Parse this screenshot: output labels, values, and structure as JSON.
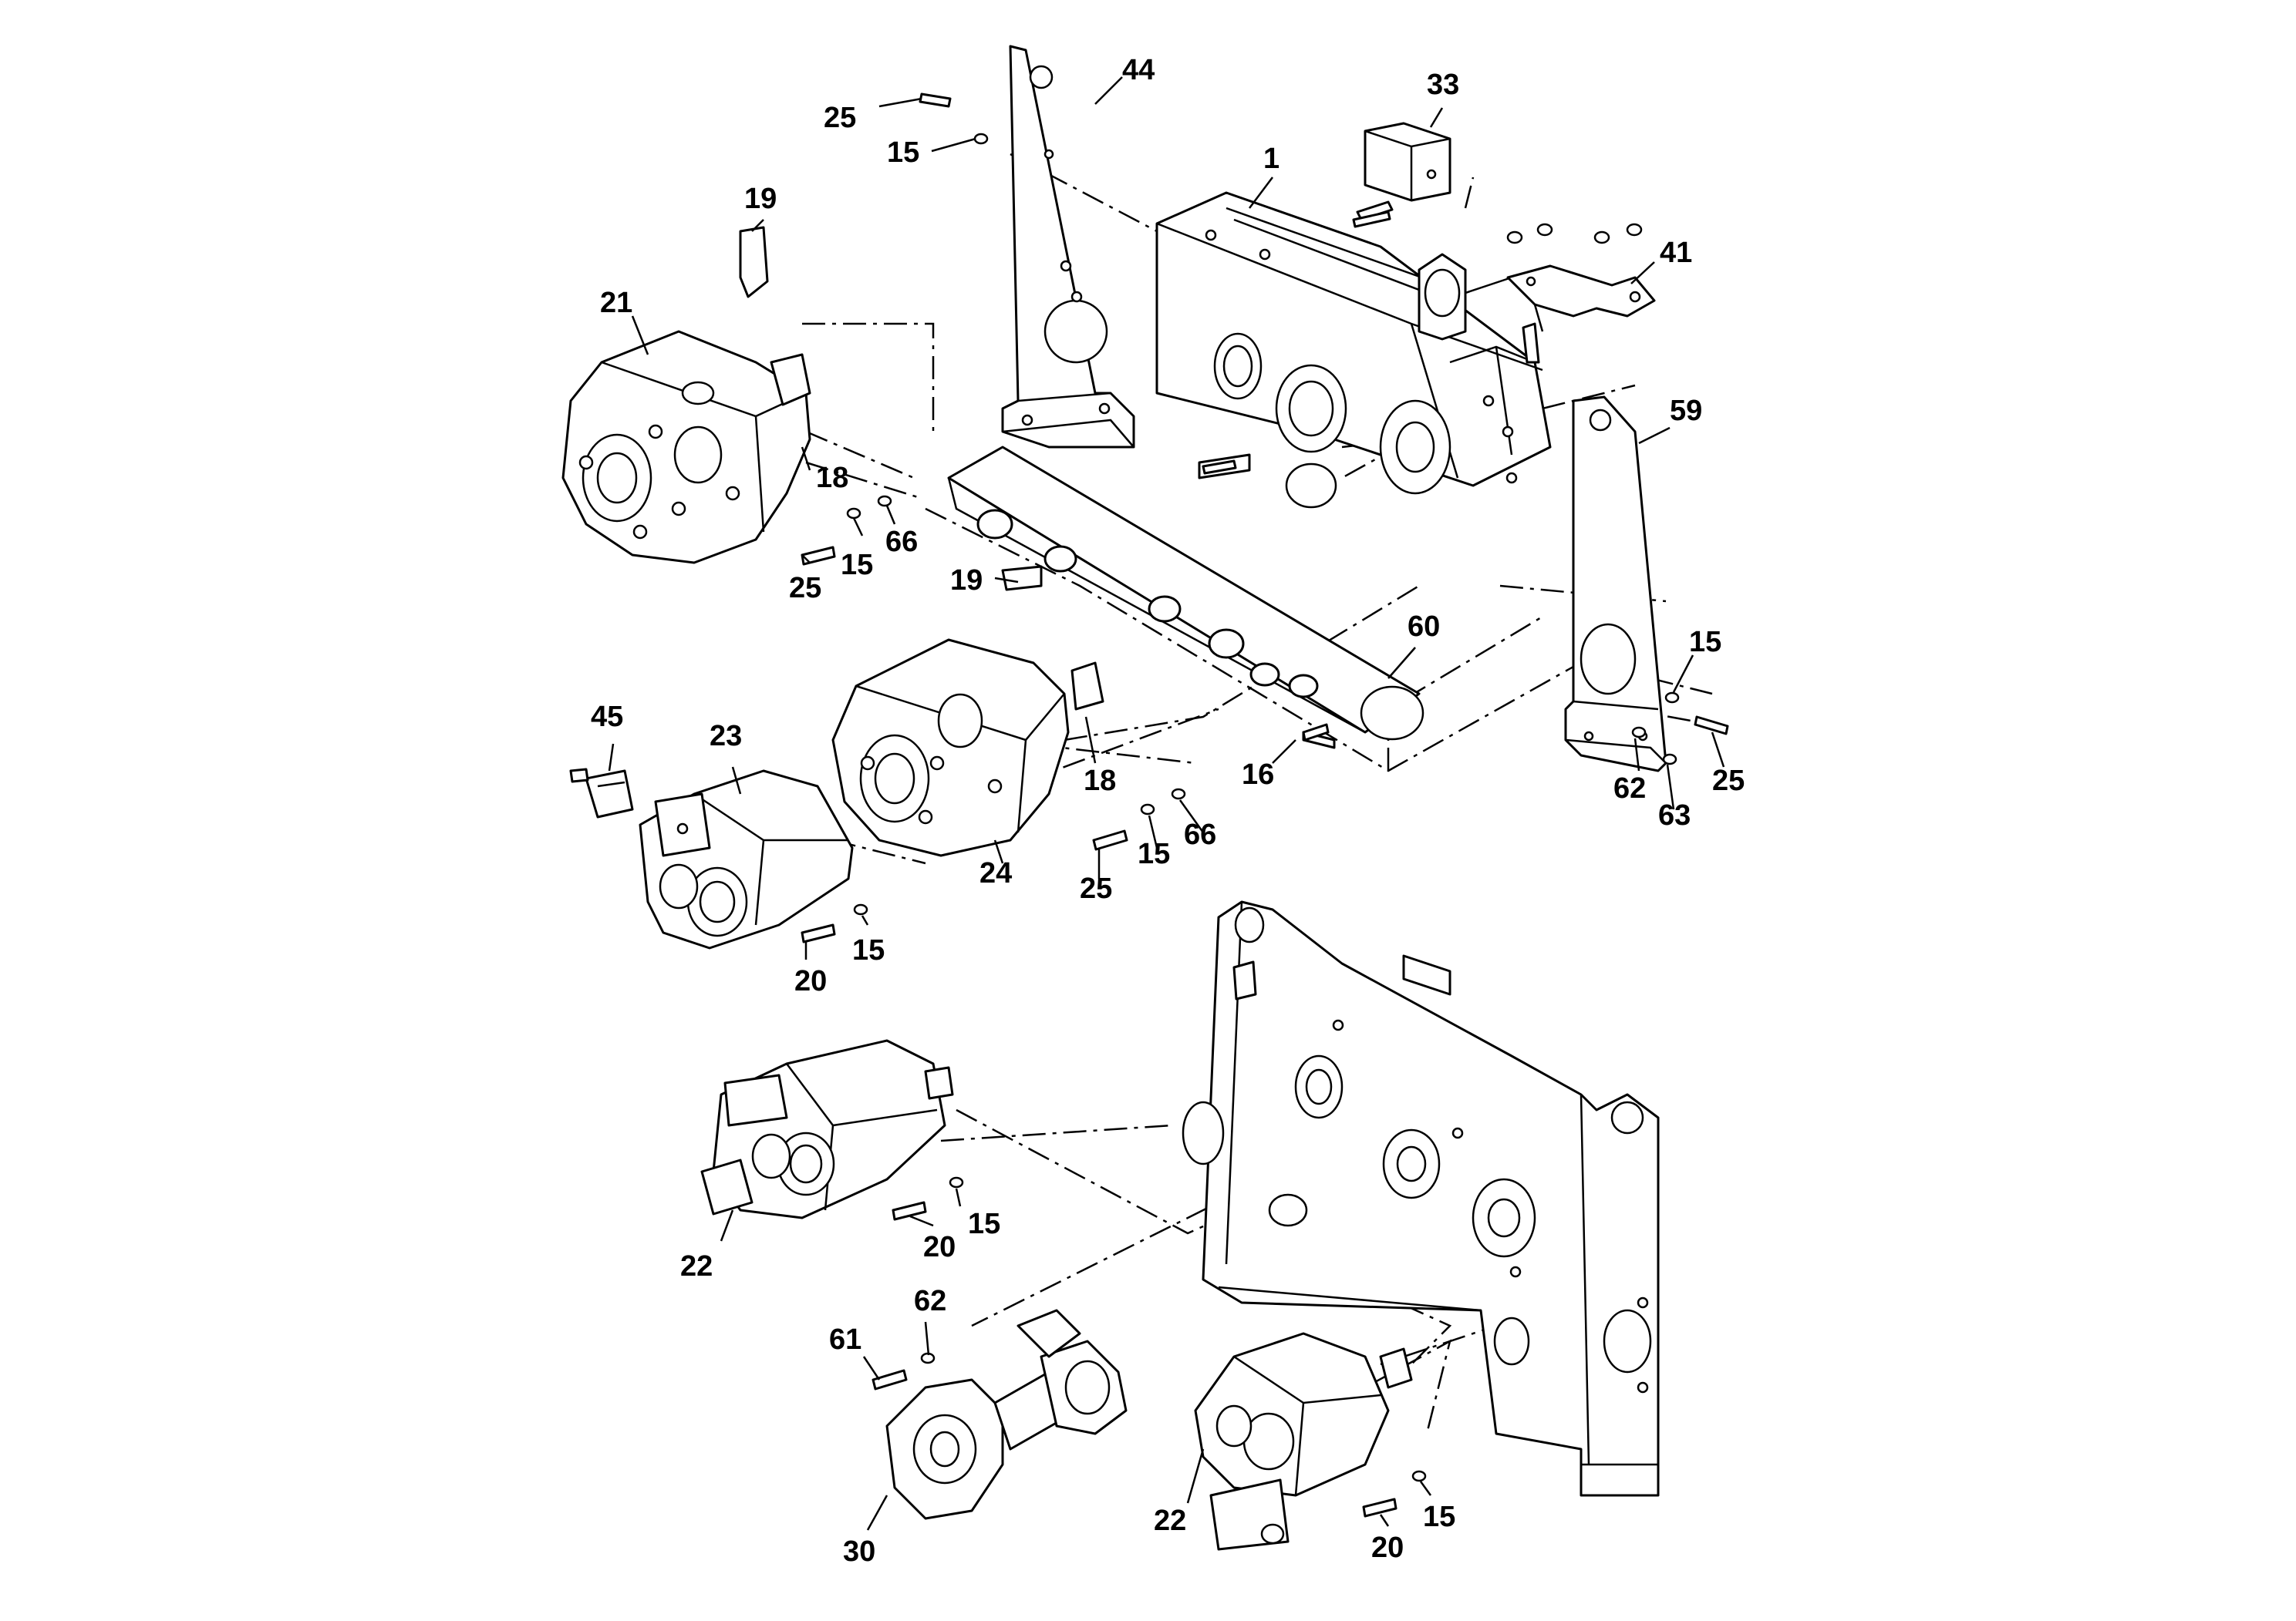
{
  "callouts": [
    {
      "label": "44"
    },
    {
      "label": "25"
    },
    {
      "label": "15"
    },
    {
      "label": "33"
    },
    {
      "label": "1"
    },
    {
      "label": "41"
    },
    {
      "label": "19"
    },
    {
      "label": "21"
    },
    {
      "label": "59"
    },
    {
      "label": "18"
    },
    {
      "label": "15"
    },
    {
      "label": "66"
    },
    {
      "label": "25"
    },
    {
      "label": "19"
    },
    {
      "label": "60"
    },
    {
      "label": "15"
    },
    {
      "label": "45"
    },
    {
      "label": "23"
    },
    {
      "label": "16"
    },
    {
      "label": "18"
    },
    {
      "label": "62"
    },
    {
      "label": "25"
    },
    {
      "label": "63"
    },
    {
      "label": "66"
    },
    {
      "label": "15"
    },
    {
      "label": "24"
    },
    {
      "label": "25"
    },
    {
      "label": "15"
    },
    {
      "label": "20"
    },
    {
      "label": "15"
    },
    {
      "label": "20"
    },
    {
      "label": "22"
    },
    {
      "label": "62"
    },
    {
      "label": "61"
    },
    {
      "label": "15"
    },
    {
      "label": "20"
    },
    {
      "label": "22"
    },
    {
      "label": "30"
    }
  ]
}
